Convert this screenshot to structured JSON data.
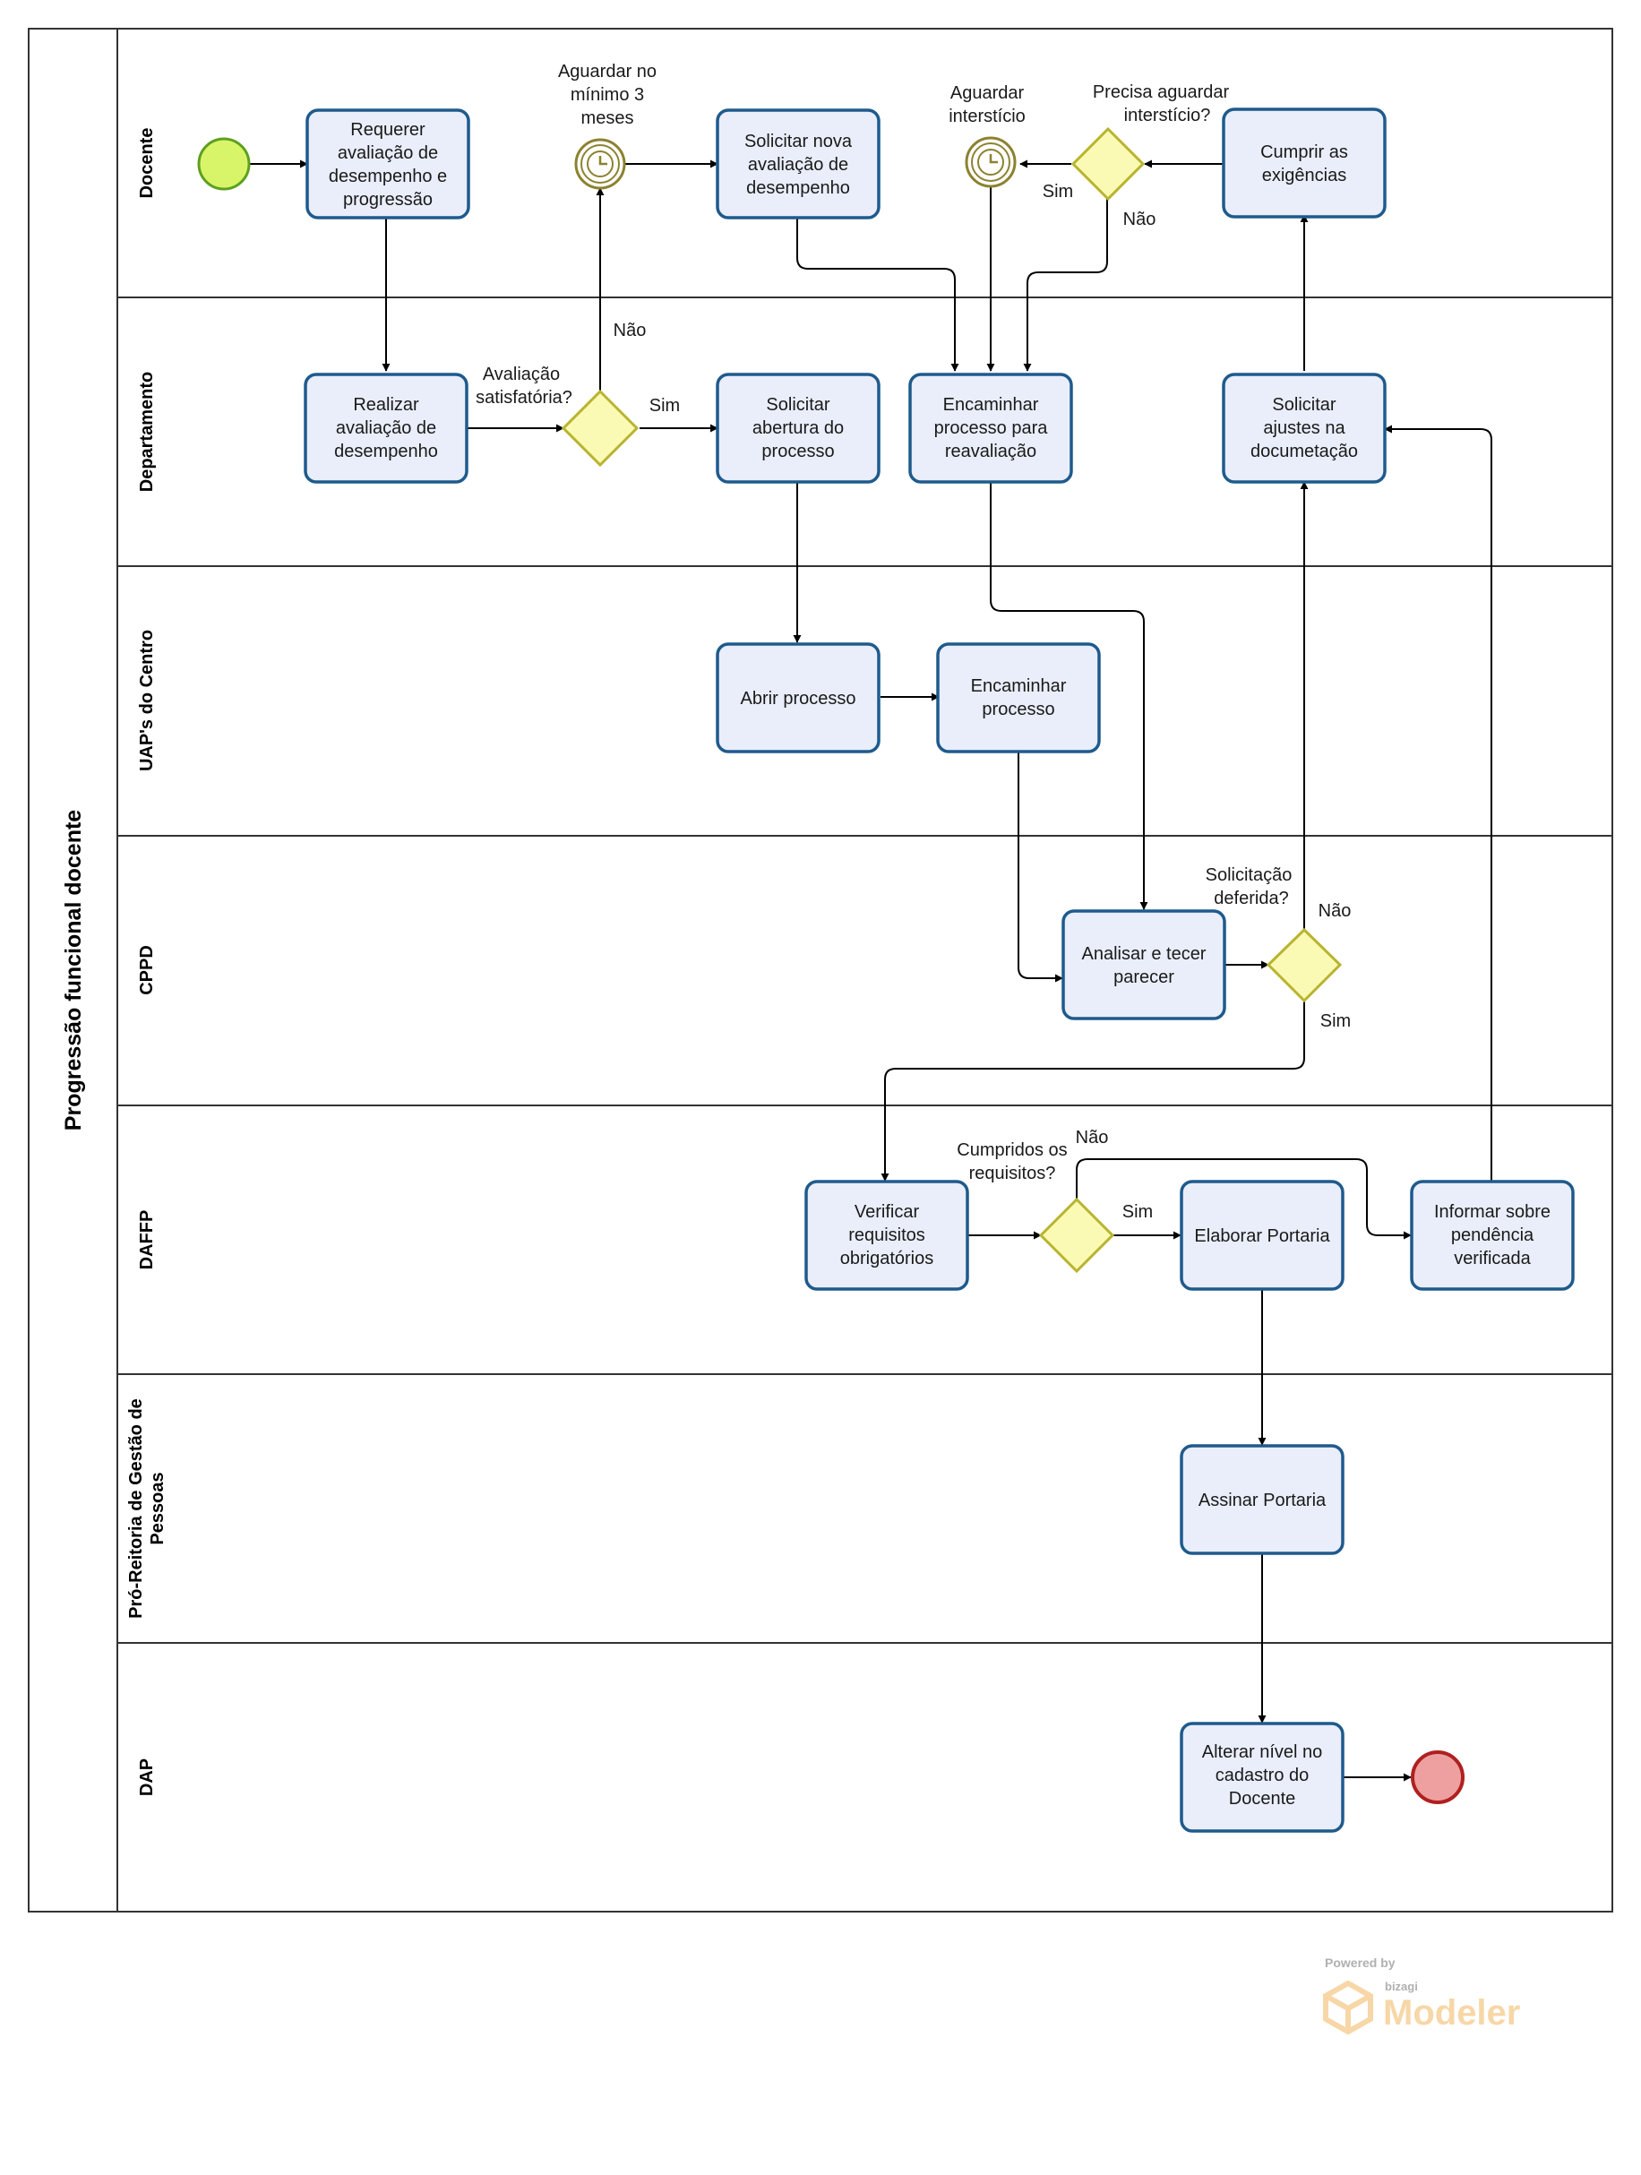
{
  "pool": {
    "title": "Progressão funcional docente"
  },
  "lanes": [
    {
      "id": "docente",
      "title": "Docente"
    },
    {
      "id": "departamento",
      "title": "Departamento"
    },
    {
      "id": "uap",
      "title": "UAP's do Centro"
    },
    {
      "id": "cppd",
      "title": "CPPD"
    },
    {
      "id": "daffp",
      "title": "DAFFP"
    },
    {
      "id": "progep",
      "title": [
        "Pró-Reitoria de Gestão de",
        "Pessoas"
      ]
    },
    {
      "id": "dap",
      "title": "DAP"
    }
  ],
  "tasks": {
    "requerer": [
      "Requerer",
      "avaliação de",
      "desempenho e",
      "progressão"
    ],
    "solicitar_nova": [
      "Solicitar nova",
      "avaliação de",
      "desempenho"
    ],
    "cumprir": [
      "Cumprir as",
      "exigências"
    ],
    "realizar": [
      "Realizar",
      "avaliação de",
      "desempenho"
    ],
    "solicitar_abertura": [
      "Solicitar",
      "abertura do",
      "processo"
    ],
    "encaminhar_reav": [
      "Encaminhar",
      "processo para",
      "reavaliação"
    ],
    "solicitar_ajustes": [
      "Solicitar",
      "ajustes na",
      "documetação"
    ],
    "abrir": [
      "Abrir processo"
    ],
    "encaminhar": [
      "Encaminhar",
      "processo"
    ],
    "analisar": [
      "Analisar e tecer",
      "parecer"
    ],
    "verificar": [
      "Verificar",
      "requisitos",
      "obrigatórios"
    ],
    "elaborar": [
      "Elaborar Portaria"
    ],
    "informar": [
      "Informar sobre",
      "pendência",
      "verificada"
    ],
    "assinar": [
      "Assinar Portaria"
    ],
    "alterar": [
      "Alterar nível no",
      "cadastro do",
      "Docente"
    ]
  },
  "events": {
    "timer1": [
      "Aguardar no",
      "mínimo 3",
      "meses"
    ],
    "timer2": [
      "Aguardar",
      "interstício"
    ]
  },
  "gateways": {
    "avaliacao": [
      "Avaliação",
      "satisfatória?"
    ],
    "intersticio": [
      "Precisa aguardar",
      "interstício?"
    ],
    "deferida": [
      "Solicitação",
      "deferida?"
    ],
    "cumpridos": [
      "Cumpridos os",
      "requisitos?"
    ]
  },
  "flow_labels": {
    "avaliacao_nao": "Não",
    "avaliacao_sim": "Sim",
    "intersticio_sim": "Sim",
    "intersticio_nao": "Não",
    "deferida_nao": "Não",
    "deferida_sim": "Sim",
    "cumpridos_nao": "Não",
    "cumpridos_sim": "Sim"
  },
  "branding": {
    "powered": "Powered by",
    "vendor": "bizagi",
    "product": "Modeler"
  },
  "colors": {
    "task_fill": "#e9eefa",
    "task_stroke": "#1f5a8c",
    "gateway_fill": "#fafab4",
    "gateway_stroke": "#b8b430",
    "start_fill": "#d8f56a",
    "start_stroke": "#5ea020",
    "end_fill": "#eea0a0",
    "end_stroke": "#b02020",
    "timer_stroke": "#8c8230"
  }
}
